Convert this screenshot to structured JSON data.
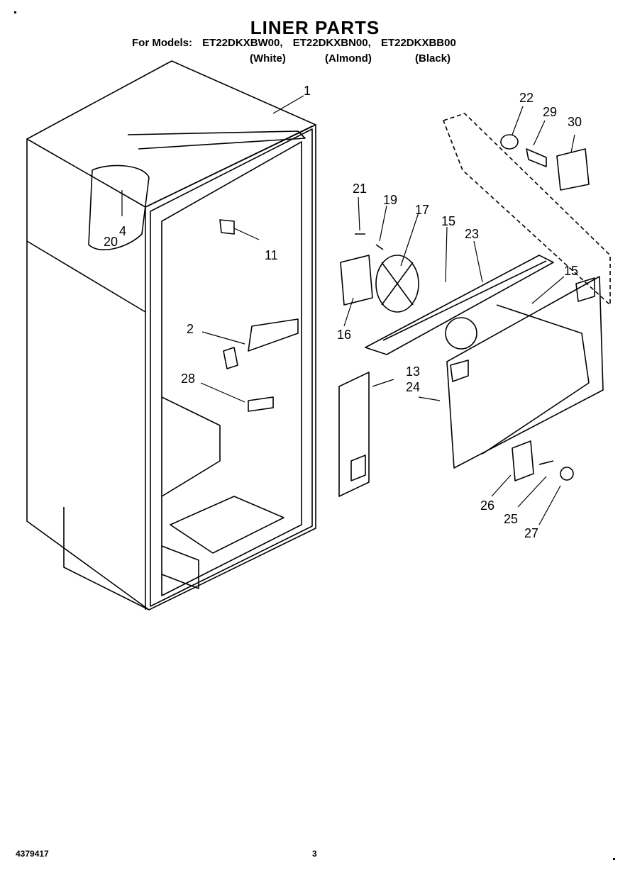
{
  "header": {
    "title": "LINER PARTS",
    "models_label": "For Models:",
    "models": [
      "ET22DKXBW00,",
      "ET22DKXBN00,",
      "ET22DKXBB00"
    ],
    "colors": [
      "(White)",
      "(Almond)",
      "(Black)"
    ]
  },
  "callouts": [
    "1",
    "2",
    "4",
    "11",
    "13",
    "15",
    "15",
    "16",
    "17",
    "19",
    "20",
    "21",
    "22",
    "23",
    "24",
    "25",
    "26",
    "27",
    "28",
    "29",
    "30"
  ],
  "footer": {
    "part_number": "4379417",
    "page_number": "3"
  }
}
